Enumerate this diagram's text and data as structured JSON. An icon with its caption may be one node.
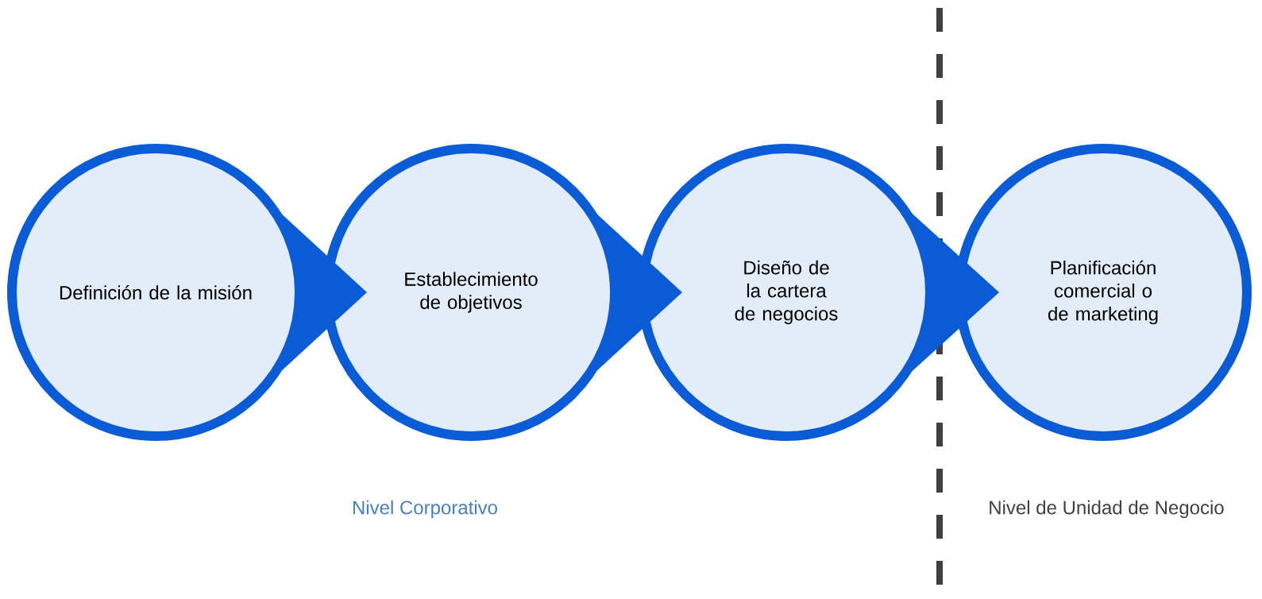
{
  "diagram": {
    "nodes": [
      {
        "text": [
          "Definición de la misión"
        ]
      },
      {
        "text": [
          "Establecimiento de objetivos"
        ]
      },
      {
        "text": [
          "Diseño de la cartera de negocios"
        ]
      },
      {
        "text": [
          "Planificación comercial o de marketing"
        ]
      }
    ],
    "edges": [
      {
        "from": 0,
        "to": 1,
        "arrow": "to"
      },
      {
        "from": 1,
        "to": 2,
        "arrow": "to"
      },
      {
        "from": 2,
        "to": 3,
        "arrow": "to"
      }
    ],
    "labels": [
      "Nivel Corporativo",
      "Nivel de Unidad de Negocio"
    ]
  }
}
